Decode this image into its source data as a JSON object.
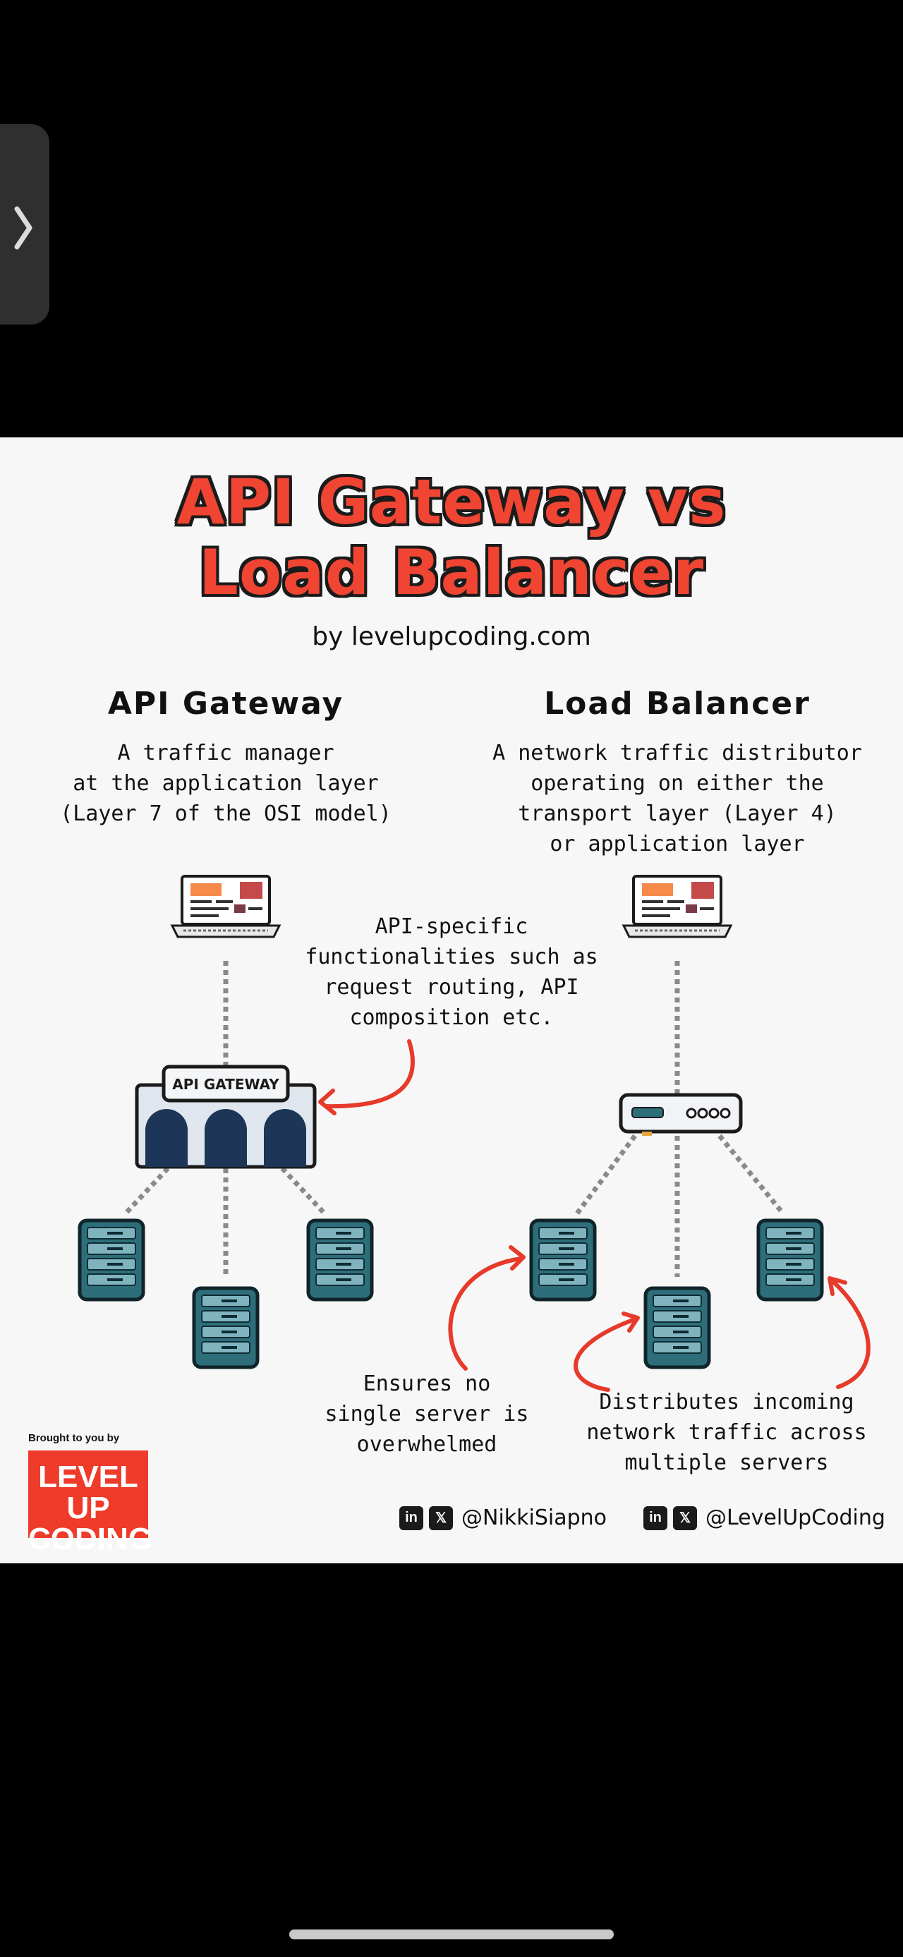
{
  "title": {
    "line1": "API Gateway vs",
    "line2": "Load Balancer"
  },
  "byline": "by levelupcoding.com",
  "left": {
    "heading": "API Gateway",
    "description": [
      "A traffic manager",
      "at the application layer",
      "(Layer 7 of the OSI model)"
    ],
    "gateway_label": "API GATEWAY",
    "annotation": [
      "API-specific",
      "functionalities such as",
      "request routing, API",
      "composition etc."
    ]
  },
  "right": {
    "heading": "Load Balancer",
    "description": [
      "A network traffic distributor",
      "operating on either the",
      "transport layer (Layer 4)",
      "or application layer"
    ],
    "annotation_left": [
      "Ensures no",
      "single server is",
      "overwhelmed"
    ],
    "annotation_right": [
      "Distributes incoming",
      "network traffic across",
      "multiple servers"
    ]
  },
  "branding": {
    "tagline": "Brought to you by",
    "logo_line1": "LEVEL UP",
    "logo_line2": "CODING"
  },
  "socials": [
    {
      "linkedin_icon": "in",
      "x_icon": "𝕏",
      "handle": "@NikkiSiapno"
    },
    {
      "linkedin_icon": "in",
      "x_icon": "𝕏",
      "handle": "@LevelUpCoding"
    }
  ],
  "colors": {
    "accent_red": "#ef4532",
    "server_teal": "#2d6e7a",
    "gateway_navy": "#1d3557",
    "panel_bg": "#f7f7f7"
  },
  "icons": [
    "chevron-right-icon",
    "laptop-icon",
    "api-gateway-icon",
    "load-balancer-icon",
    "server-icon",
    "linkedin-icon",
    "x-icon"
  ]
}
